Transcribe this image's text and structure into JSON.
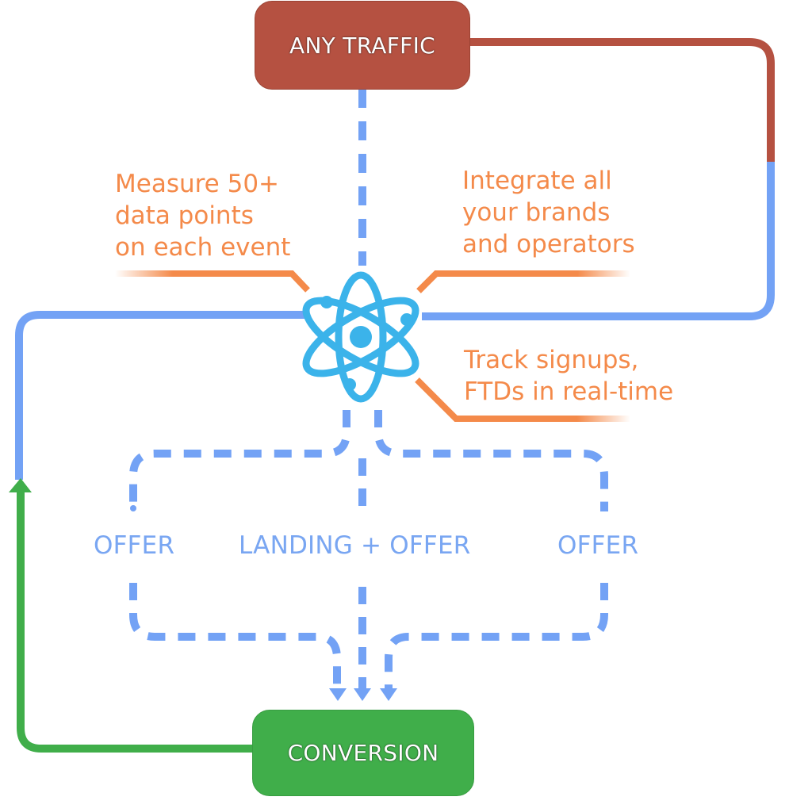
{
  "diagram": {
    "title": "Traffic to conversion tracking flow",
    "nodes": {
      "source": {
        "label": "ANY TRAFFIC",
        "color": "#b55141"
      },
      "hub": {
        "icon": "atom-icon",
        "color": "#3bb3ea"
      },
      "target": {
        "label": "CONVERSION",
        "color": "#40ae4a"
      }
    },
    "notes": [
      {
        "id": "measure",
        "text": "Measure 50+\ndata points\non each event"
      },
      {
        "id": "integrate",
        "text": "Integrate all\nyour brands\nand operators"
      },
      {
        "id": "track",
        "text": "Track signups,\nFTDs in real-time"
      }
    ],
    "paths": [
      {
        "id": "offer-left",
        "label": "OFFER"
      },
      {
        "id": "landing-offer",
        "label": "LANDING + OFFER"
      },
      {
        "id": "offer-right",
        "label": "OFFER"
      }
    ],
    "colors": {
      "flow_blue": "#73a2f5",
      "note_orange": "#f48a4a",
      "traffic_red": "#b55141",
      "conversion_green": "#40ae4a",
      "atom_cyan": "#3bb3ea"
    }
  }
}
